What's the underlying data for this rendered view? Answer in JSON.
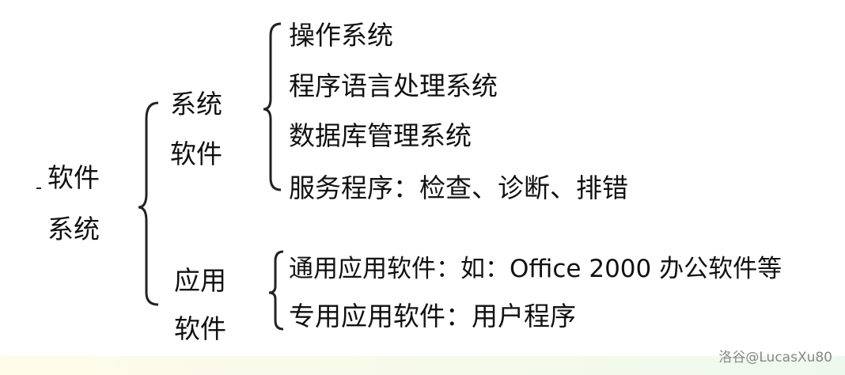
{
  "root": {
    "line1": "软件",
    "line2": "系统"
  },
  "system_software": {
    "line1": "系统",
    "line2": "软件",
    "items": [
      "操作系统",
      "程序语言处理系统",
      "数据库管理系统",
      "服务程序：检查、诊断、排错"
    ]
  },
  "application_software": {
    "line1": "应用",
    "line2": "软件",
    "items": [
      "通用应用软件：如：Office 2000 办公软件等",
      "专用应用软件：用户程序"
    ]
  },
  "watermark": "洛谷@LucasXu80"
}
